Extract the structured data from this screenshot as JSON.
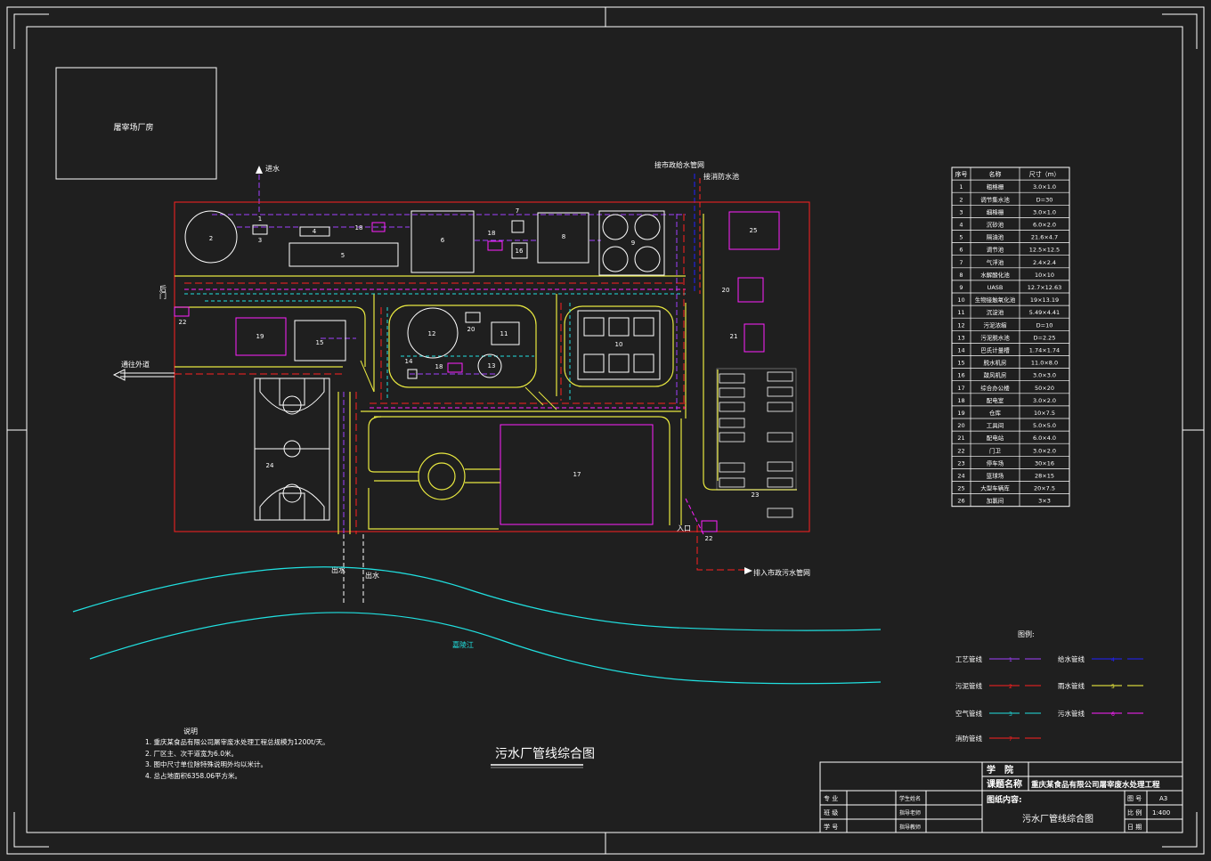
{
  "site": {
    "slaughter_house_label": "屠宰场厂房",
    "inflow_label": "进水",
    "municipal_water_label": "接市政给水管网",
    "fire_pool_label": "接消防水池",
    "back_gate_label": "后门",
    "road_label": "通往外道",
    "outflow_labels": [
      "出水",
      "出水"
    ],
    "sewer_label": "排入市政污水管网",
    "entrance_label": "入口",
    "river_label": "嘉陵江"
  },
  "structures": {
    "n1": "1",
    "n2": "2",
    "n3": "3",
    "n4": "4",
    "n5": "5",
    "n6": "6",
    "n7": "7",
    "n8": "8",
    "n9": "9",
    "n10": "10",
    "n11": "11",
    "n12": "12",
    "n13": "13",
    "n14": "14",
    "n15": "15",
    "n16": "16",
    "n17": "17",
    "n18a": "18",
    "n18b": "18",
    "n18c": "18",
    "n19": "19",
    "n20a": "20",
    "n20b": "20",
    "n21": "21",
    "n22a": "22",
    "n22b": "22",
    "n23": "23",
    "n24": "24",
    "n25": "25"
  },
  "table": {
    "headers": [
      "序号",
      "名称",
      "尺寸（m）"
    ],
    "rows": [
      [
        "1",
        "粗格栅",
        "3.0×1.0"
      ],
      [
        "2",
        "调节集水池",
        "D=30"
      ],
      [
        "3",
        "细格栅",
        "3.0×1.0"
      ],
      [
        "4",
        "沉砂池",
        "6.0×2.0"
      ],
      [
        "5",
        "隔油池",
        "21.6×4.7"
      ],
      [
        "6",
        "调节池",
        "12.5×12.5"
      ],
      [
        "7",
        "气浮池",
        "2.4×2.4"
      ],
      [
        "8",
        "水解酸化池",
        "10×10"
      ],
      [
        "9",
        "UASB",
        "12.7×12.63"
      ],
      [
        "10",
        "生物接触氧化池",
        "19×13.19"
      ],
      [
        "11",
        "沉淀池",
        "5.49×4.41"
      ],
      [
        "12",
        "污泥浓缩",
        "D=10"
      ],
      [
        "13",
        "污泥脱水池",
        "D=2.25"
      ],
      [
        "14",
        "巴氏计量槽",
        "1.74×1.74"
      ],
      [
        "15",
        "脱水机房",
        "11.0×8.0"
      ],
      [
        "16",
        "鼓风机房",
        "3.0×3.0"
      ],
      [
        "17",
        "综合办公楼",
        "50×20"
      ],
      [
        "18",
        "配电室",
        "3.0×2.0"
      ],
      [
        "19",
        "仓库",
        "10×7.5"
      ],
      [
        "20",
        "工具间",
        "5.0×5.0"
      ],
      [
        "21",
        "配电站",
        "6.0×4.0"
      ],
      [
        "22",
        "门卫",
        "3.0×2.0"
      ],
      [
        "23",
        "停车场",
        "30×16"
      ],
      [
        "24",
        "篮球场",
        "28×15"
      ],
      [
        "25",
        "大型车辆库",
        "20×7.5"
      ],
      [
        "26",
        "加氯间",
        "3×3"
      ]
    ]
  },
  "legend": {
    "title": "图例:",
    "items": [
      {
        "label": "工艺管线",
        "code": "1",
        "color": "#a040ff"
      },
      {
        "label": "给水管线",
        "code": "4",
        "color": "#2020ff"
      },
      {
        "label": "污泥管线",
        "code": "2",
        "color": "#ff2020"
      },
      {
        "label": "雨水管线",
        "code": "5",
        "color": "#ffff40"
      },
      {
        "label": "空气管线",
        "code": "3",
        "color": "#20e0e0"
      },
      {
        "label": "污水管线",
        "code": "6",
        "color": "#ff20ff"
      },
      {
        "label": "消防管线",
        "code": "7",
        "color": "#ff2020"
      }
    ]
  },
  "notes": {
    "title": "说明",
    "lines": [
      "1. 重庆某食品有限公司屠宰废水处理工程总规模为1200t/天。",
      "2. 厂区主、次干道宽为6.0米。",
      "3. 图中尺寸单位除特殊说明外均以米计。",
      "4. 总占地面积6358.06平方米。"
    ]
  },
  "drawing_title": "污水厂管线综合图",
  "title_block": {
    "school": "学　院",
    "topic_label": "课题名称",
    "topic_value": "重庆某食品有限公司屠宰废水处理工程",
    "content_label": "图纸内容:",
    "content_value": "污水厂管线综合图",
    "role_labels": [
      "专 业",
      "班 级",
      "学 号"
    ],
    "sign_labels": [
      "学生姓名",
      "指导老师",
      "指导教师"
    ],
    "sheet_label": "图 号",
    "sheet_value": "A3",
    "scale_label": "比 例",
    "scale_value": "1:400",
    "date_label": "日 期"
  }
}
